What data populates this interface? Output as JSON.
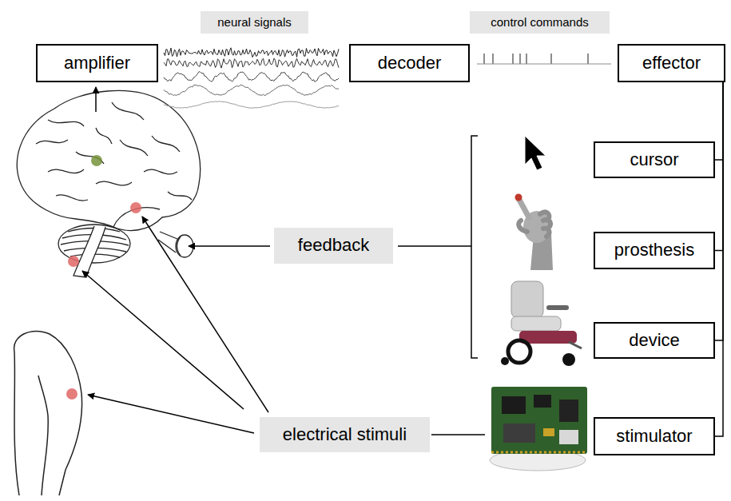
{
  "diagram": {
    "nodes": [
      {
        "text": [
          "neural signals"
        ]
      },
      {
        "text": [
          "control commands"
        ]
      },
      {
        "text": [
          "amplifier"
        ]
      },
      {
        "text": [
          "decoder"
        ]
      },
      {
        "text": [
          "effector"
        ]
      },
      {
        "text": [
          "cursor"
        ]
      },
      {
        "text": [
          "feedback"
        ]
      },
      {
        "text": [
          "prosthesis"
        ]
      },
      {
        "text": [
          "device"
        ]
      },
      {
        "text": [
          "electrical stimuli"
        ]
      },
      {
        "text": [
          "stimulator"
        ]
      }
    ],
    "edges": [
      {
        "from": 4,
        "to": 5,
        "arrow": "none"
      },
      {
        "from": 4,
        "to": 7,
        "arrow": "none"
      },
      {
        "from": 4,
        "to": 8,
        "arrow": "none"
      },
      {
        "from": 4,
        "to": 10,
        "arrow": "none"
      }
    ]
  }
}
